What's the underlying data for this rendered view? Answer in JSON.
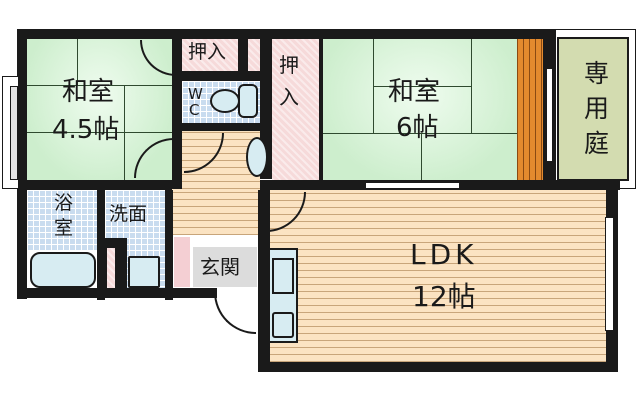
{
  "floorplan": {
    "layout_type": "2LDK",
    "rooms": [
      {
        "id": "washitsu-1",
        "name": "和室",
        "size": "4.5帖",
        "floor": "tatami"
      },
      {
        "id": "oshiire-1",
        "name": "押入",
        "floor": "closet"
      },
      {
        "id": "wc",
        "name": "WC",
        "floor": "tile"
      },
      {
        "id": "oshiire-2",
        "name": "押入",
        "floor": "closet"
      },
      {
        "id": "washitsu-2",
        "name": "和室",
        "size": "6帖",
        "floor": "tatami"
      },
      {
        "id": "garden",
        "name": "専用庭"
      },
      {
        "id": "bath",
        "name": "浴室",
        "floor": "tile"
      },
      {
        "id": "washroom",
        "name": "洗面",
        "floor": "tile"
      },
      {
        "id": "genkan",
        "name": "玄関"
      },
      {
        "id": "ldk",
        "name": "LDK",
        "size": "12帖",
        "floor": "wood"
      }
    ],
    "labels": {
      "washitsu_1_name": "和室",
      "washitsu_1_size": "4.5帖",
      "oshiire_1": "押入",
      "wc_1": "W",
      "wc_2": "C",
      "oshiire_2_a": "押",
      "oshiire_2_b": "入",
      "washitsu_2_name": "和室",
      "washitsu_2_size": "6帖",
      "garden_1": "専",
      "garden_2": "用",
      "garden_3": "庭",
      "bath_1": "浴",
      "bath_2": "室",
      "washroom": "洗面",
      "genkan": "玄関",
      "ldk_name": "LDK",
      "ldk_size": "12帖"
    },
    "colors": {
      "wall": "#1a1a1a",
      "tatami": "#d2f3d2",
      "closet": "#f6dada",
      "tile": "#c9dcef",
      "wood_floor": "#fbe3c2",
      "garden": "#d3dcb0",
      "veranda": "#e38a2e",
      "entry": "#dcdcdc"
    }
  }
}
